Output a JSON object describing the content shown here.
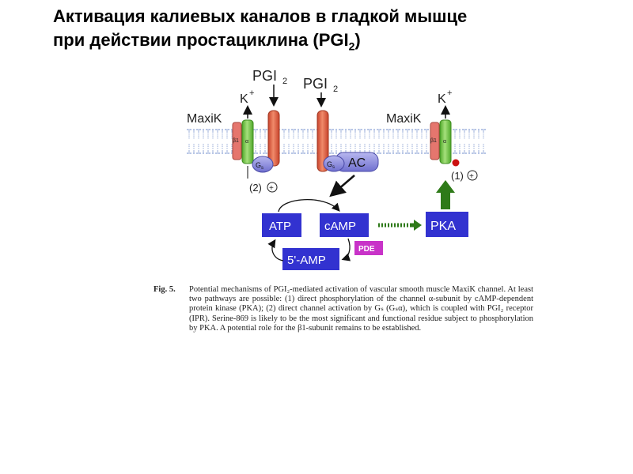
{
  "title": {
    "line1": "Активация калиевых каналов в гладкой мышце",
    "line2_prefix": "при действии простациклина (PGI",
    "line2_sub": "2",
    "line2_suffix": ")"
  },
  "diagram": {
    "maxik_left": "MaxiK",
    "maxik_right": "MaxiK",
    "k_plus_left": "K",
    "k_plus_right": "K",
    "k_plus_sup": "+",
    "pgi2_1_main": "PGI",
    "pgi2_2_main": "PGI",
    "pgi2_sub": "2",
    "beta1_left": "β1",
    "alpha_left": "α",
    "beta1_right": "β1",
    "alpha_right": "α",
    "gs_main": "G",
    "gs_sub": "s",
    "ac": "AC",
    "pathway2": "(2)",
    "pathway1": "(1)",
    "plus_sign": "+",
    "atp": "ATP",
    "camp": "cAMP",
    "pka": "PKA",
    "amp5": "5'-AMP",
    "pde": "PDE",
    "colors": {
      "membrane": "#9aaed8",
      "receptor": "#e8634a",
      "alpha_subunit": "#7ccf4a",
      "beta_subunit": "#e5766e",
      "gs_protein": "#8c8cd9",
      "metabolite_box": "#3232d0",
      "pde_box": "#c833c8",
      "green_arrow": "#2e7a18",
      "phospho_dot": "#cc1111"
    }
  },
  "caption": {
    "fig_label": "Fig. 5.",
    "text": "Potential mechanisms of PGI₂-mediated activation of vascular smooth muscle MaxiK channel. At least two pathways are possible: (1) direct phosphorylation of the channel α-subunit by cAMP-dependent protein kinase (PKA); (2) direct channel activation by Gₛ (Gₛα), which is coupled with PGI₂ receptor (IPR). Serine-869 is likely to be the most significant and functional residue subject to phosphorylation by PKA. A potential role for the β1-subunit remains to be established."
  }
}
